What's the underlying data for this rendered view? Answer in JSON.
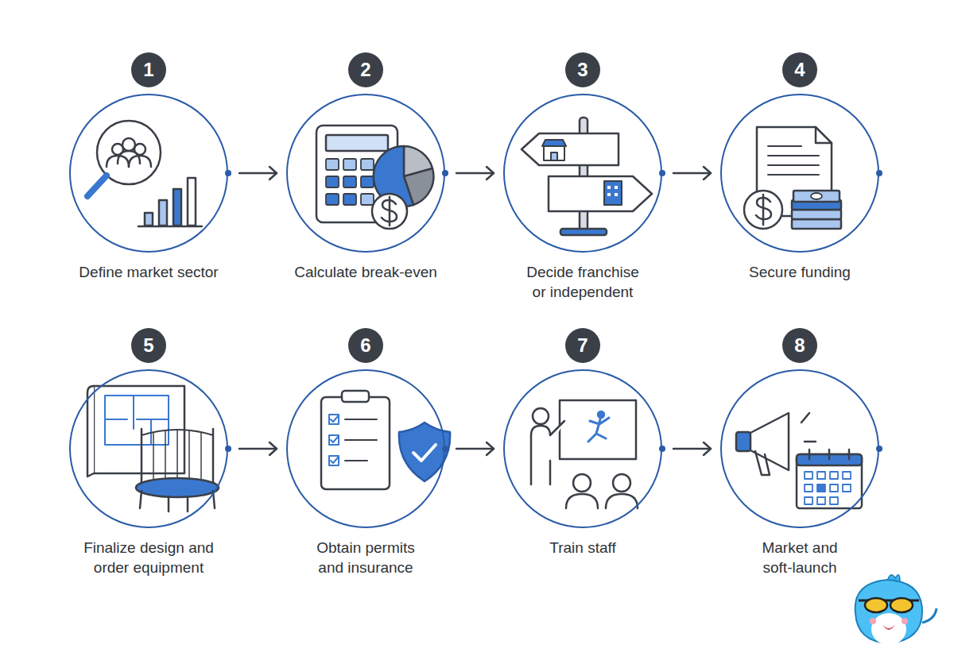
{
  "diagram": {
    "nodes": [
      {
        "text": [
          "1",
          "Define market sector"
        ]
      },
      {
        "text": [
          "2",
          "Calculate break-even"
        ]
      },
      {
        "text": [
          "3",
          "Decide franchise or independent"
        ]
      },
      {
        "text": [
          "4",
          "Secure funding"
        ]
      },
      {
        "text": [
          "5",
          "Finalize design and order equipment"
        ]
      },
      {
        "text": [
          "6",
          "Obtain permits and insurance"
        ]
      },
      {
        "text": [
          "7",
          "Train staff"
        ]
      },
      {
        "text": [
          "8",
          "Market and soft-launch"
        ]
      }
    ],
    "edges": [
      {
        "from": 0,
        "to": 1,
        "arrow": "to"
      },
      {
        "from": 1,
        "to": 2,
        "arrow": "to"
      },
      {
        "from": 2,
        "to": 3,
        "arrow": "to"
      },
      {
        "from": 4,
        "to": 5,
        "arrow": "to"
      },
      {
        "from": 5,
        "to": 6,
        "arrow": "to"
      },
      {
        "from": 6,
        "to": 7,
        "arrow": "to"
      }
    ]
  }
}
